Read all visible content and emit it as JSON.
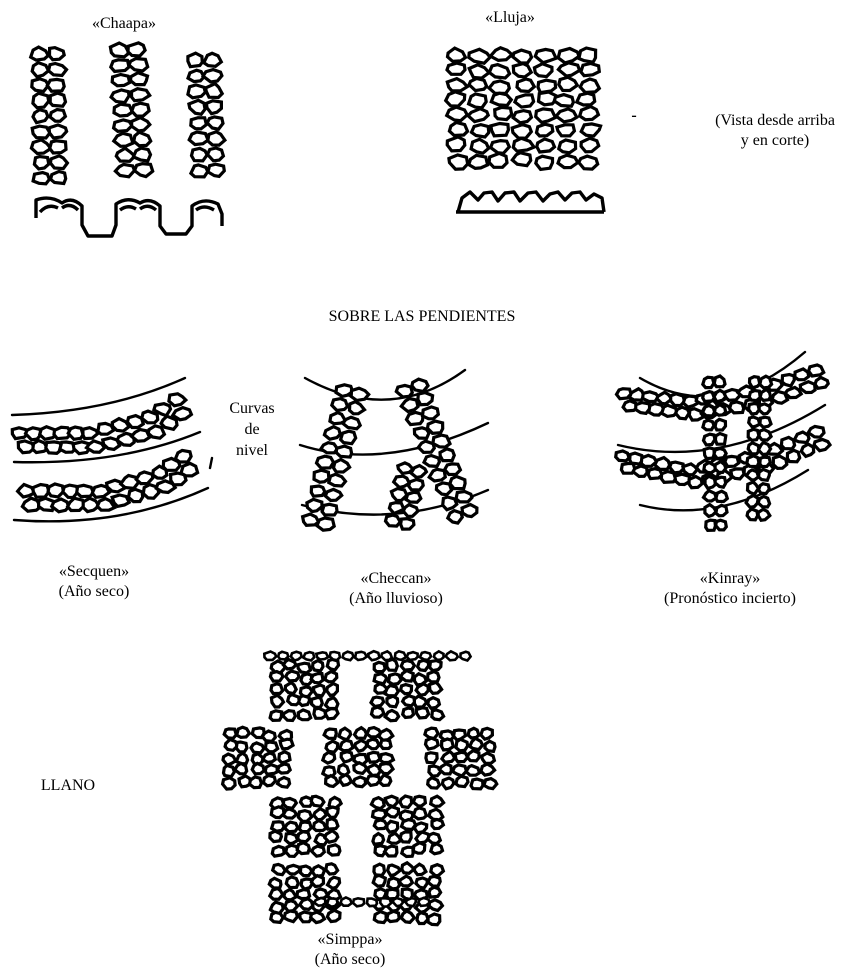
{
  "labels": {
    "chaapa": "«Chaapa»",
    "lluja": "«Lluja»",
    "dash": "-",
    "vista_line1": "(Vista desde arriba",
    "vista_line2": "y en corte)",
    "section_title": "SOBRE LAS PENDIENTES",
    "curvas_line1": "Curvas",
    "curvas_line2": "de",
    "curvas_line3": "nivel",
    "secquen": "«Secquen»",
    "secquen_note": "(Año seco)",
    "checcan": "«Checcan»",
    "checcan_note": "(Año lluvioso)",
    "kinray": "«Kinray»",
    "kinray_note": "(Pronóstico incierto)",
    "llano": "LLANO",
    "simppa": "«Simppa»",
    "simppa_note": "(Año seco)"
  }
}
